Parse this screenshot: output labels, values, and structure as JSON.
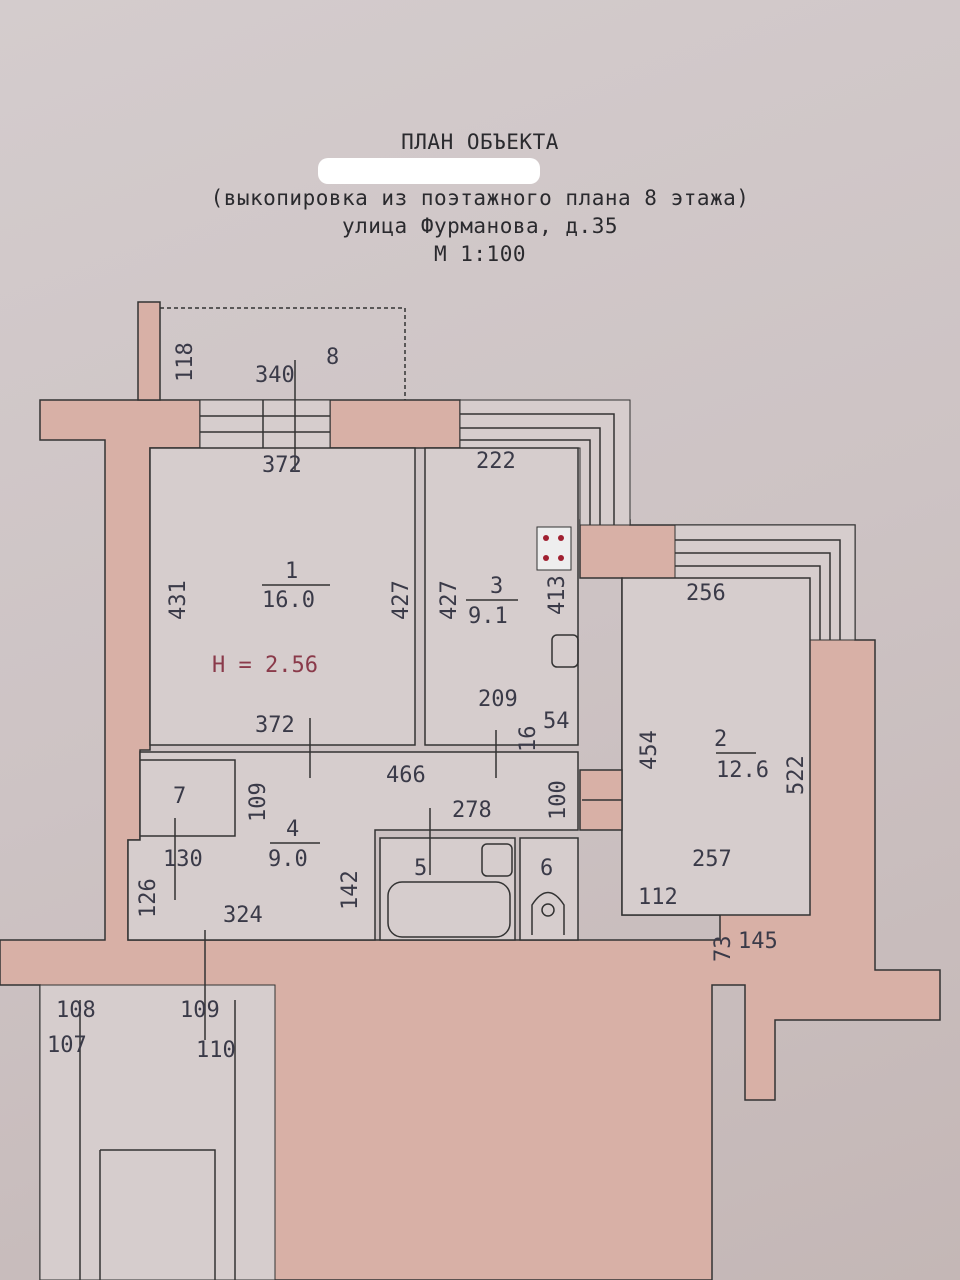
{
  "header": {
    "title": "ПЛАН ОБЪЕКТА",
    "subtitle": "(выкопировка из поэтажного плана 8 этажа)",
    "address": "улица Фурманова, д.35",
    "scale": "М 1:100"
  },
  "rooms": [
    {
      "number": "1",
      "area": "16.0"
    },
    {
      "number": "2",
      "area": "12.6"
    },
    {
      "number": "3",
      "area": "9.1"
    },
    {
      "number": "4",
      "area": "9.0"
    },
    {
      "number": "5"
    },
    {
      "number": "6"
    },
    {
      "number": "7"
    },
    {
      "number": "8"
    }
  ],
  "ceiling_height": "Н = 2.56",
  "dimensions": [
    "118",
    "340",
    "372",
    "222",
    "431",
    "427",
    "427",
    "413",
    "256",
    "454",
    "522",
    "372",
    "209",
    "16",
    "54",
    "466",
    "278",
    "100",
    "109",
    "130",
    "126",
    "142",
    "324",
    "257",
    "112",
    "73",
    "145",
    "108",
    "107",
    "109",
    "110"
  ]
}
